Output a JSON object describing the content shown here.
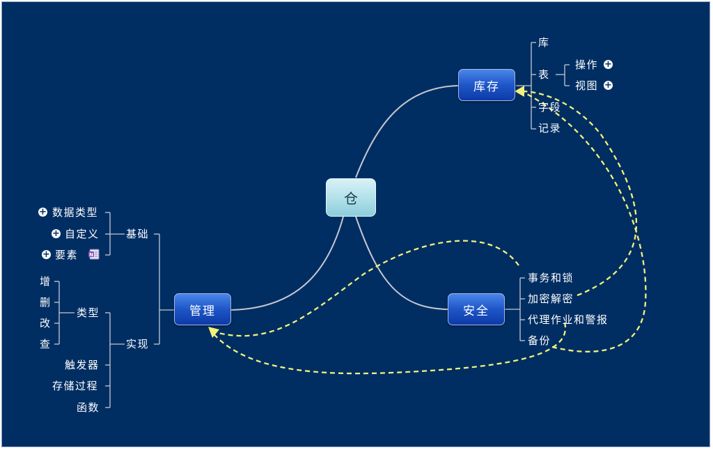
{
  "diagram": {
    "root": {
      "label": "仓"
    },
    "branches": {
      "kucun": {
        "label": "库存",
        "children": [
          "库",
          "表",
          "字段",
          "记录"
        ],
        "table_children": [
          "操作",
          "视图"
        ]
      },
      "anquan": {
        "label": "安全",
        "children": [
          "事务和锁",
          "加密解密",
          "代理作业和警报",
          "备份"
        ]
      },
      "guanli": {
        "label": "管理",
        "jichu": {
          "label": "基础",
          "children": [
            "数据类型",
            "自定义",
            "要素"
          ]
        },
        "shixian": {
          "label": "实现",
          "leixing": {
            "label": "类型",
            "children": [
              "增",
              "删",
              "改",
              "查"
            ]
          },
          "others": [
            "触发器",
            "存储过程",
            "函数"
          ]
        }
      }
    },
    "icons": {
      "expand": "plus-circle-icon",
      "note": "notepad-icon"
    },
    "colors": {
      "background": "#002e63",
      "connector": "#c8c8d0",
      "relation_arrow": "#f2f27a"
    }
  }
}
